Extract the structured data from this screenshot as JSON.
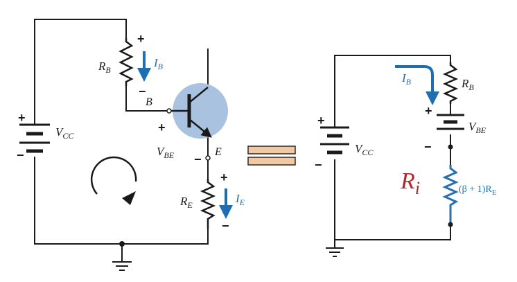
{
  "colors": {
    "wire": "#1a1a1a",
    "current_arrow": "#1f6fb0",
    "label_blue": "#1f6fb0",
    "transistor_highlight": "#a9c2e0",
    "resistor_blue": "#2a6fb0",
    "equals_fill": "#f0c9a4",
    "equals_stroke": "#2b2b2b",
    "ri_label": "#b3262b"
  },
  "left_circuit": {
    "rb": {
      "main": "R",
      "sub": "B"
    },
    "ib": {
      "main": "I",
      "sub": "B"
    },
    "rb_plus": "+",
    "rb_minus": "−",
    "base_node": "B",
    "vbe_plus": "+",
    "vbe": {
      "main": "V",
      "sub": "BE"
    },
    "vbe_minus": "−",
    "emitter_node": "E",
    "vcc": {
      "main": "V",
      "sub": "CC"
    },
    "vcc_plus": "+",
    "vcc_minus": "−",
    "re": {
      "main": "R",
      "sub": "E"
    },
    "ie": {
      "main": "I",
      "sub": "E"
    },
    "re_plus": "+",
    "re_minus": "−",
    "icons": {
      "loop": "clockwise-loop-icon",
      "ground": "ground-icon",
      "transistor": "npn-transistor-icon"
    }
  },
  "equivalence_symbol": "equals-sign",
  "right_circuit": {
    "ib": {
      "main": "I",
      "sub": "B"
    },
    "rb": {
      "main": "R",
      "sub": "B"
    },
    "vbe_plus": "+",
    "vbe": {
      "main": "V",
      "sub": "BE"
    },
    "vbe_minus": "−",
    "vcc": {
      "main": "V",
      "sub": "CC"
    },
    "vcc_plus": "+",
    "vcc_minus": "−",
    "ri": {
      "main": "R",
      "sub": "i"
    },
    "equiv_resistor": {
      "prefix": "(β + 1)R",
      "sub": "E"
    },
    "icons": {
      "ground": "ground-icon"
    }
  }
}
